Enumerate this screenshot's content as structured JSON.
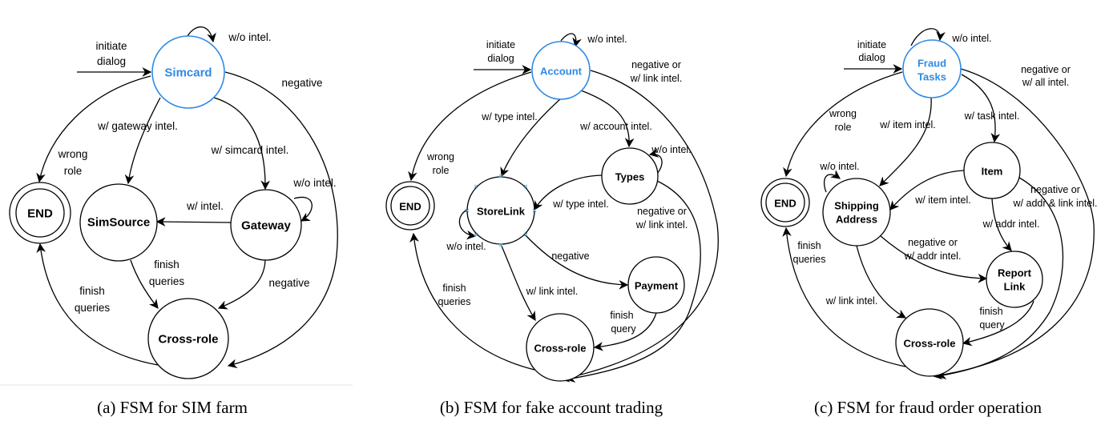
{
  "colors": {
    "start_node": "#2f8ae5",
    "edge": "#000000"
  },
  "panels": [
    {
      "caption": "(a) FSM for SIM farm",
      "nodes": {
        "start": "Simcard",
        "end": "END",
        "source": "SimSource",
        "gateway": "Gateway",
        "cross": "Cross-role"
      },
      "edges": {
        "initiate_1": "initiate",
        "initiate_2": "dialog",
        "self_start": "w/o intel.",
        "negative_top": "negative",
        "gateway_intel": "w/ gateway intel.",
        "simcard_intel": "w/ simcard intel.",
        "wrong_1": "wrong",
        "wrong_2": "role",
        "self_gateway": "w/o intel.",
        "w_intel": "w/ intel.",
        "finish_a_1": "finish",
        "finish_a_2": "queries",
        "finish_b_1": "finish",
        "finish_b_2": "queries",
        "negative_gw": "negative"
      }
    },
    {
      "caption": "(b) FSM for fake account trading",
      "nodes": {
        "start": "Account",
        "end": "END",
        "store": "StoreLink",
        "types": "Types",
        "payment": "Payment",
        "cross": "Cross-role"
      },
      "edges": {
        "initiate_1": "initiate",
        "initiate_2": "dialog",
        "self_start": "w/o intel.",
        "neg_link_1": "negative or",
        "neg_link_2": "w/ link intel.",
        "type_intel": "w/ type intel.",
        "account_intel": "w/ account intel.",
        "wrong_1": "wrong",
        "wrong_2": "role",
        "self_types": "w/o intel.",
        "types_to_store": "w/ type intel.",
        "types_neg_1": "negative or",
        "types_neg_2": "w/ link intel.",
        "self_store": "w/o intel.",
        "negative": "negative",
        "link_intel": "w/ link intel.",
        "finish_1": "finish",
        "finish_2": "queries",
        "finish_q_1": "finish",
        "finish_q_2": "query"
      }
    },
    {
      "caption": "(c) FSM for fraud order operation",
      "nodes": {
        "start_1": "Fraud",
        "start_2": "Tasks",
        "end": "END",
        "item": "Item",
        "shipping_1": "Shipping",
        "shipping_2": "Address",
        "report_1": "Report",
        "report_2": "Link",
        "cross": "Cross-role"
      },
      "edges": {
        "initiate_1": "initiate",
        "initiate_2": "dialog",
        "self_start": "w/o intel.",
        "neg_all_1": "negative or",
        "neg_all_2": "w/ all intel.",
        "wrong_1": "wrong",
        "wrong_2": "role",
        "item_intel": "w/ item intel.",
        "task_intel": "w/ task intel.",
        "self_ship": "w/o intel.",
        "item_to_ship": "w/ item intel.",
        "item_neg_1": "negative or",
        "item_neg_2": "w/ addr & link intel.",
        "addr_intel": "w/ addr intel.",
        "ship_neg_1": "negative or",
        "ship_neg_2": "w/ addr intel.",
        "finish_1": "finish",
        "finish_2": "queries",
        "link_intel": "w/ link intel.",
        "finish_q_1": "finish",
        "finish_q_2": "query"
      }
    }
  ]
}
